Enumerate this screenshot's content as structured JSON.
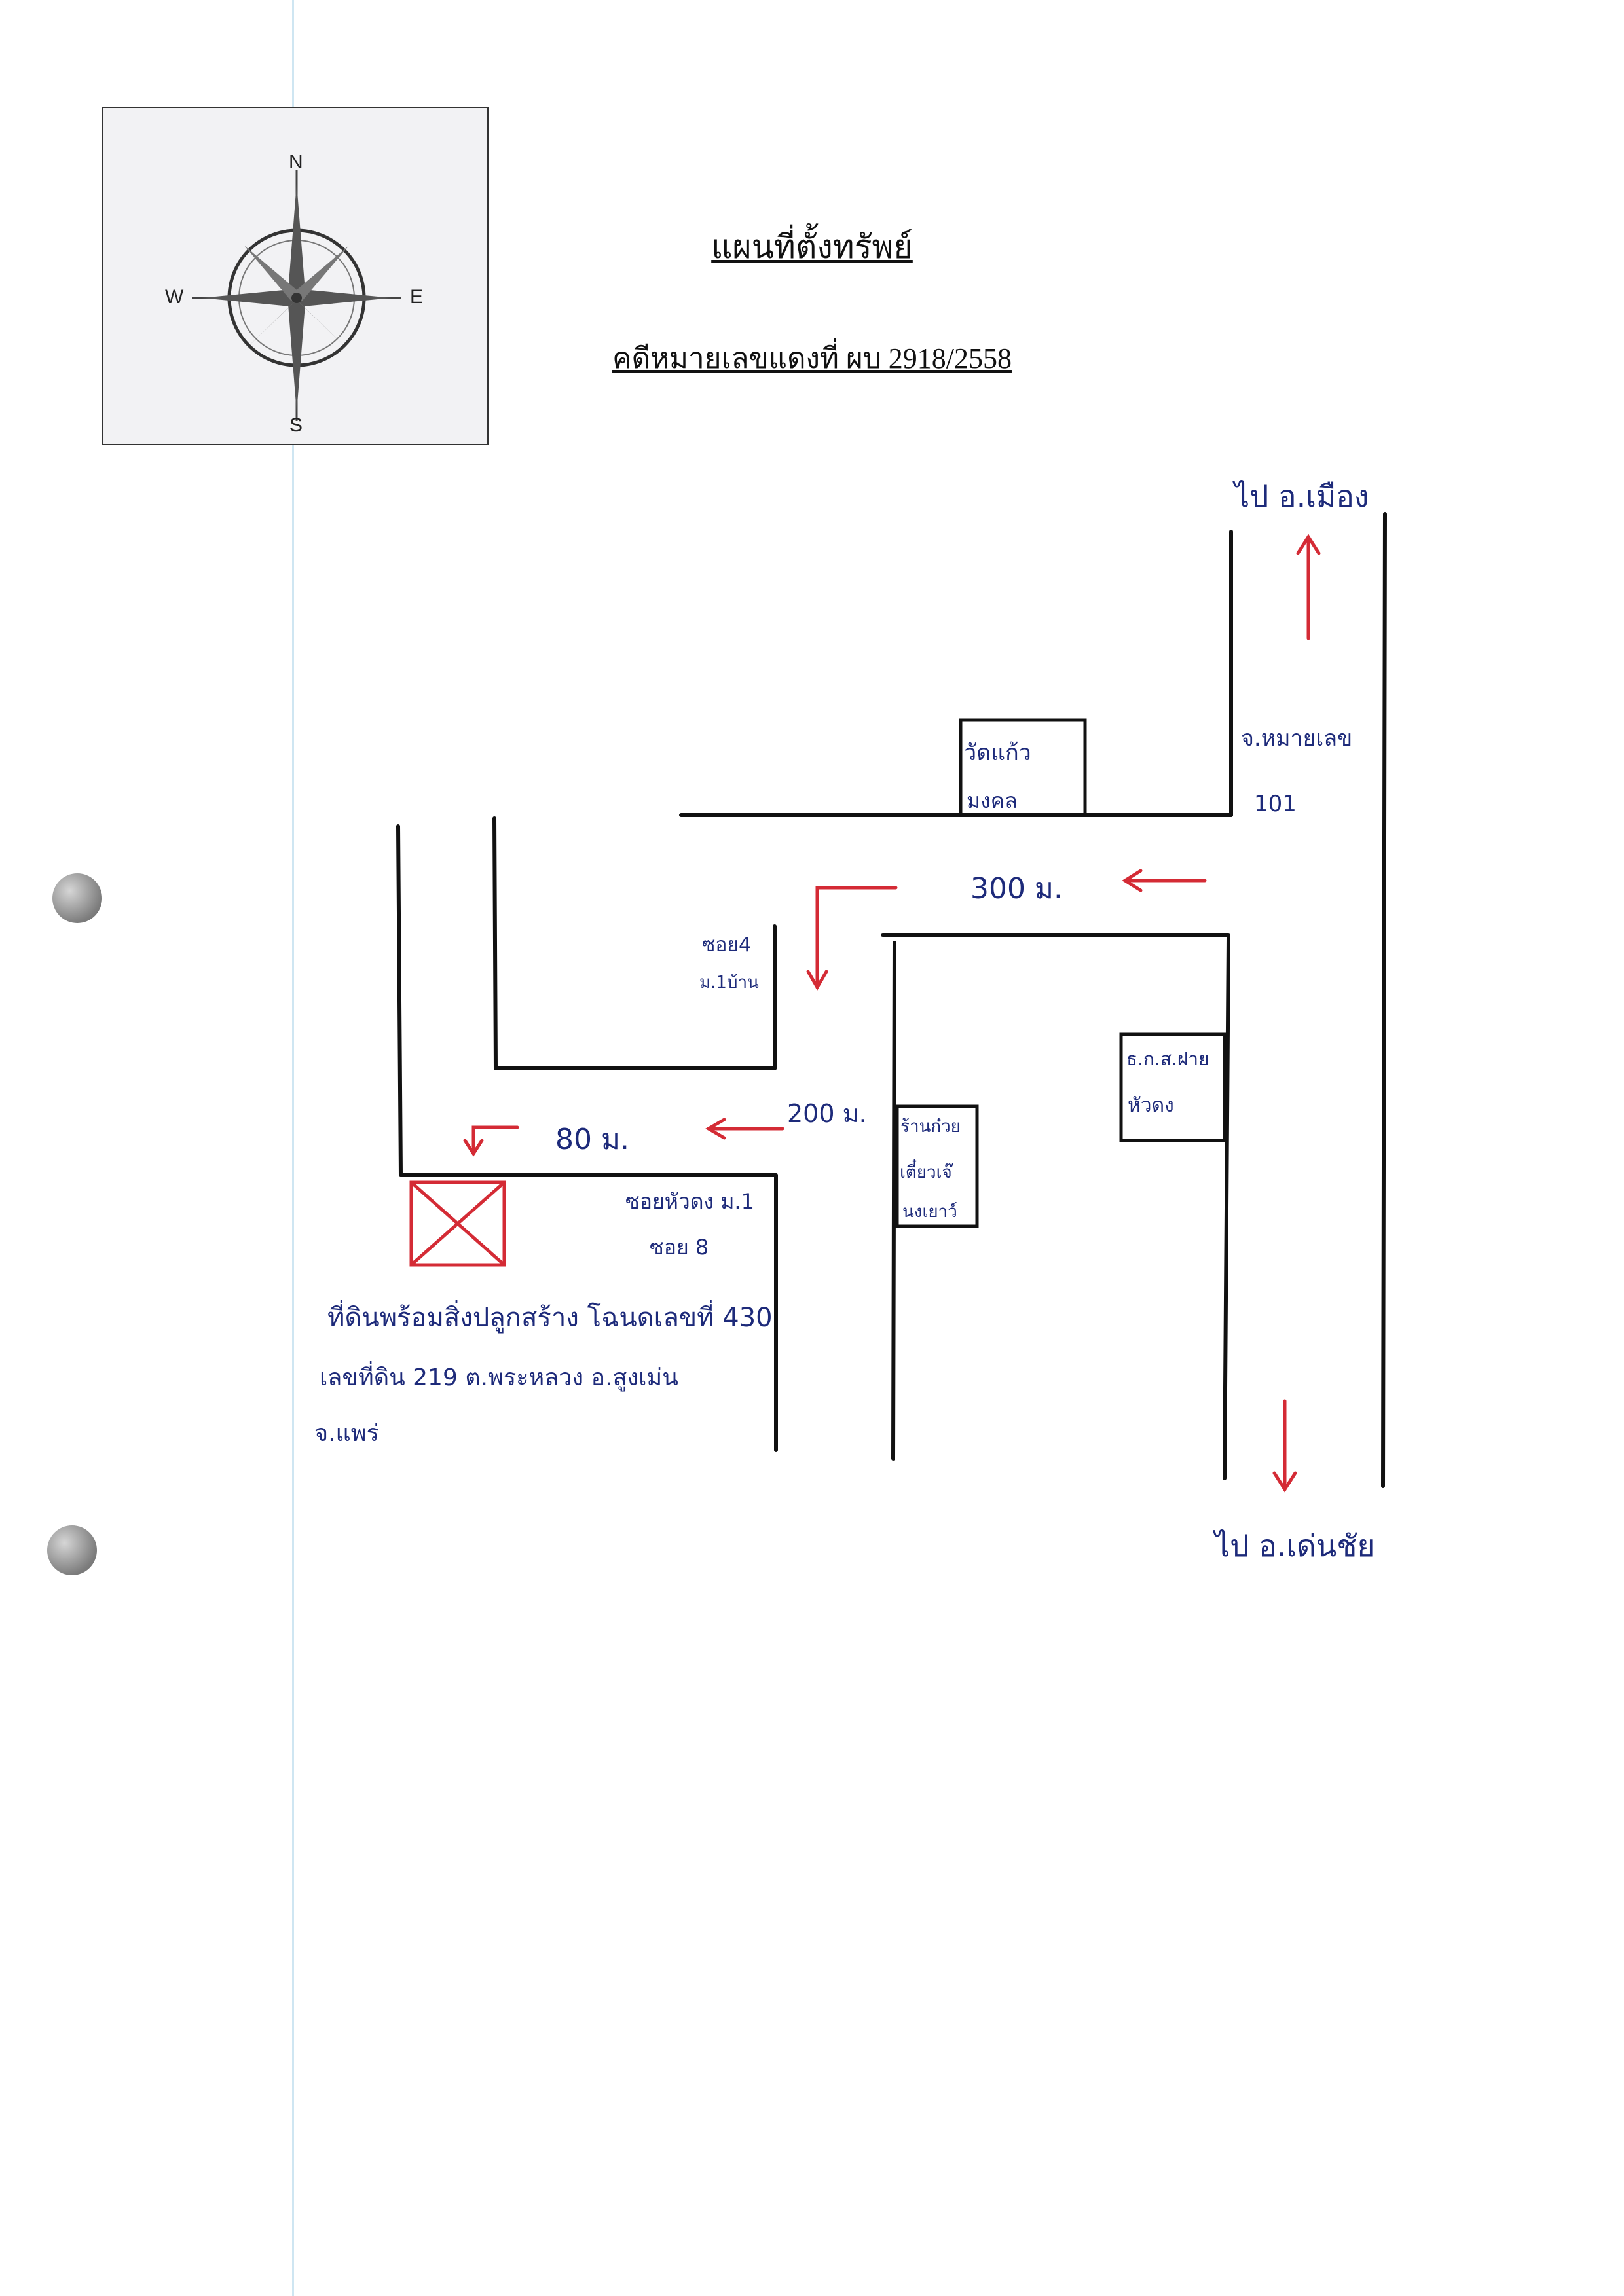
{
  "title": "แผนที่ตั้งทรัพย์",
  "case_line": "คดีหมายเลขแดงที่ ผบ  2918/2558",
  "compass": {
    "n": "N",
    "s": "S",
    "e": "E",
    "w": "W"
  },
  "labels": {
    "to_north": "ไป อ.เมือง",
    "to_south": "ไป อ.เด่นชัย",
    "highway": "จ.หมายเลข",
    "highway_no": "101",
    "temple_1": "วัดแก้ว",
    "temple_2": "มงคล",
    "soi4_1": "ซอย4",
    "soi4_2": "ม.1บ้าน",
    "dist_300": "300 ม.",
    "dist_200": "200 ม.",
    "dist_80": "80 ม.",
    "bank_1": "ธ.ก.ส.ฝาย",
    "bank_2": "หัวดง",
    "shop_1": "ร้านก๋วย",
    "shop_2": "เตี๋ยวเจ๊",
    "shop_3": "นงเยาว์",
    "soi_1": "ซอยหัวดง ม.1",
    "soi_2": "ซอย 8",
    "note_1": "ที่ดินพร้อมสิ่งปลูกสร้าง โฉนดเลขที่ 430",
    "note_2": "เลขที่ดิน 219  ต.พระหลวง  อ.สูงเม่น",
    "note_3": "จ.แพร่"
  },
  "colors": {
    "ink": "#1d2a7a",
    "road": "#111111",
    "arrow": "#d42b35",
    "plot": "#d42b35"
  },
  "icons": [
    "compass-rose-icon",
    "north-arrow-icon",
    "south-arrow-icon",
    "west-arrow-icon"
  ]
}
